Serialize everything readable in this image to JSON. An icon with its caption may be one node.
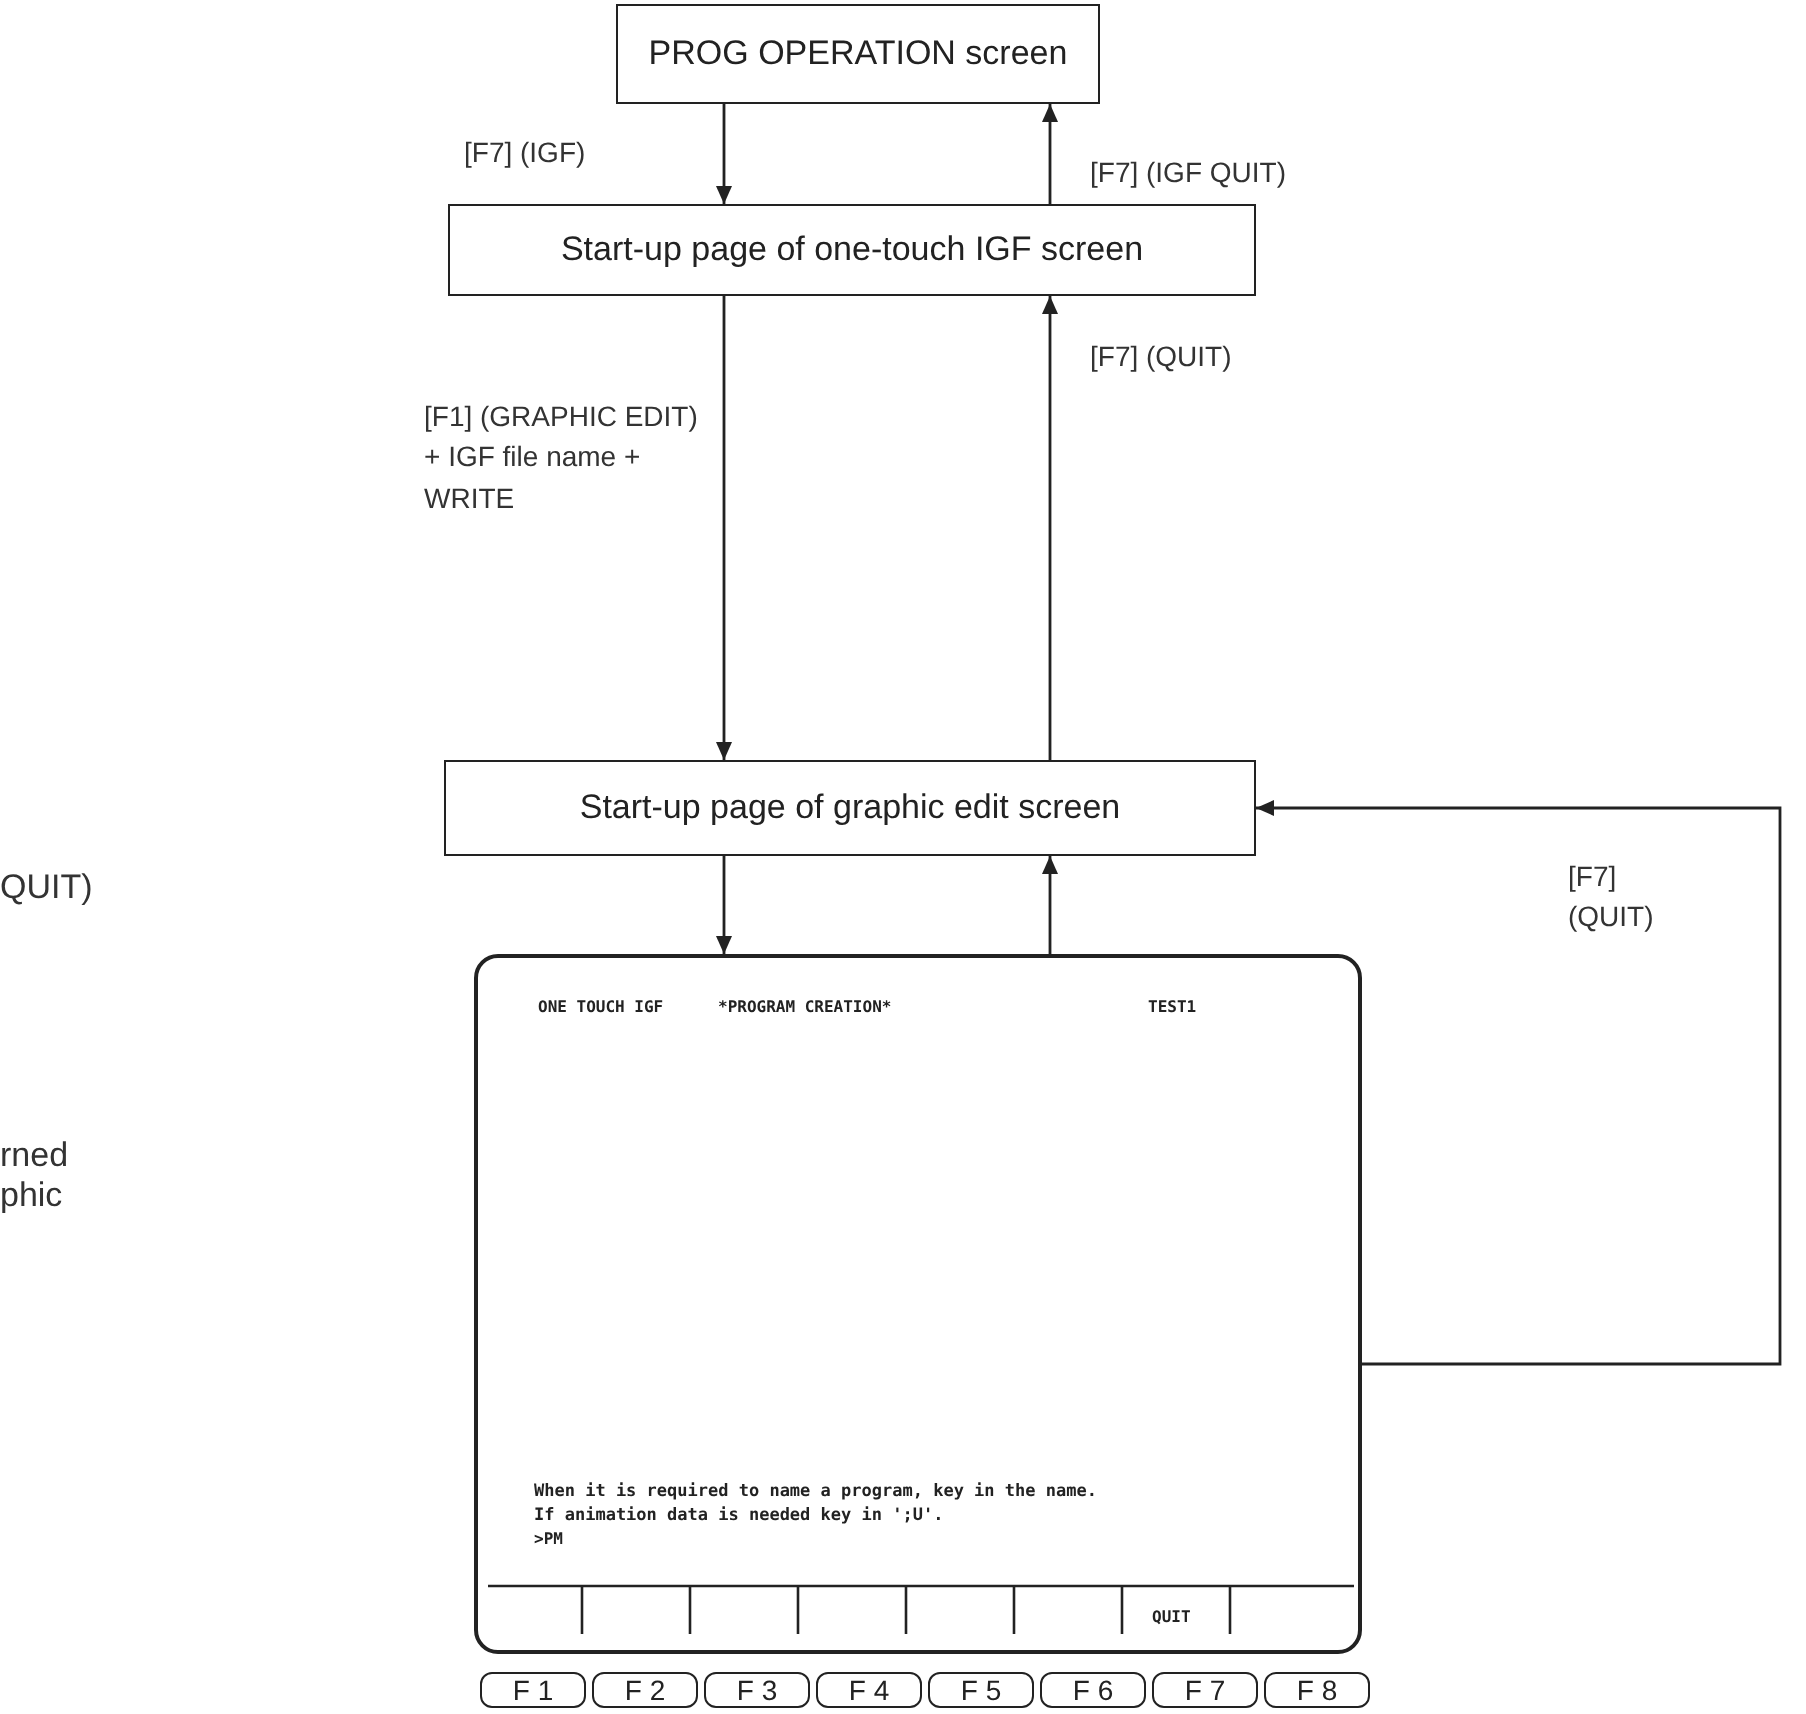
{
  "diagram": {
    "nodes": [
      {
        "text": [
          "PROG OPERATION screen"
        ]
      },
      {
        "text": [
          "Start-up page of one-touch IGF screen"
        ]
      },
      {
        "text": [
          "Start-up page of graphic edit screen"
        ]
      },
      {
        "text": [
          "ONE TOUCH IGF",
          "*PROGRAM CREATION*",
          "TEST1",
          "When it is required to name a program, key in the name.",
          "If animation data is needed key in ';U'.",
          ">PM",
          "QUIT"
        ],
        "beside": [
          "F 1",
          "F 2",
          "F 3",
          "F 4",
          "F 5",
          "F 6",
          "F 7",
          "F 8"
        ]
      }
    ],
    "edges": [
      {
        "from": 0,
        "to": 1,
        "arrow": "to",
        "label": "[F7] (IGF)"
      },
      {
        "from": 1,
        "to": 0,
        "arrow": "to",
        "label": "[F7] (IGF QUIT)"
      },
      {
        "from": 1,
        "to": 2,
        "arrow": "to",
        "label": "[F1] (GRAPHIC EDIT) + IGF file name + WRITE"
      },
      {
        "from": 2,
        "to": 1,
        "arrow": "to",
        "label": "[F7] (QUIT)"
      },
      {
        "from": 2,
        "to": 3,
        "arrow": "to"
      },
      {
        "from": 3,
        "to": 2,
        "arrow": "to"
      },
      {
        "from": 3,
        "to": 2,
        "arrow": "to",
        "label": "[F7] (QUIT)"
      }
    ],
    "labels": [
      "QUIT)",
      "rned",
      "phic"
    ]
  }
}
